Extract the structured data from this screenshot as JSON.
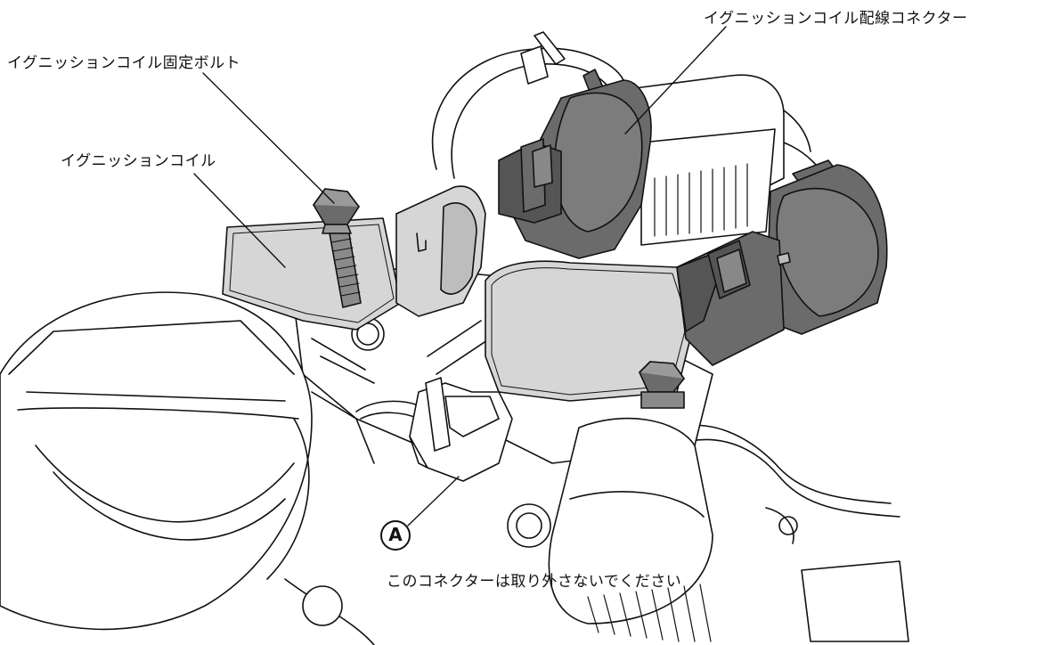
{
  "labels": {
    "bolt": "イグニッションコイル固定ボルト",
    "coil": "イグニッションコイル",
    "connector": "イグニッションコイル配線コネクター",
    "callout": "A",
    "note": "このコネクターは取り外さないでください"
  },
  "colors": {
    "line": "#111111",
    "part_light": "#d6d6d6",
    "part_dark": "#6b6b6b",
    "part_mid": "#bdbdbd",
    "background": "#ffffff"
  }
}
